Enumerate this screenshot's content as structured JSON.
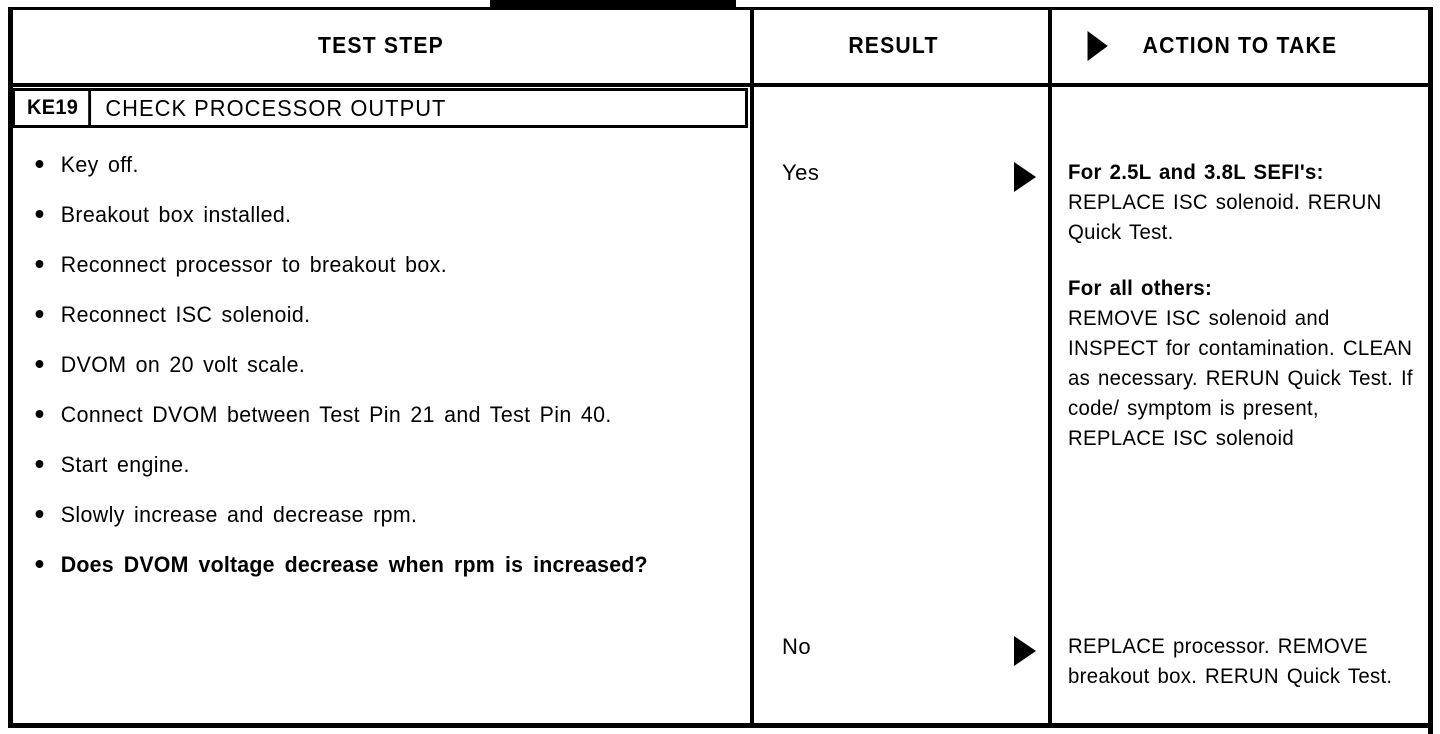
{
  "table": {
    "columns": [
      {
        "id": "test-step",
        "label": "TEST STEP"
      },
      {
        "id": "result",
        "label": "RESULT",
        "arrow_icon": "right-triangle-icon"
      },
      {
        "id": "action",
        "label": "ACTION TO TAKE"
      }
    ],
    "step": {
      "code": "KE19",
      "title": "CHECK PROCESSOR OUTPUT"
    },
    "test_steps": [
      {
        "text": "Key off.",
        "bold": false
      },
      {
        "text": "Breakout box installed.",
        "bold": false
      },
      {
        "text": "Reconnect processor to breakout box.",
        "bold": false
      },
      {
        "text": "Reconnect ISC solenoid.",
        "bold": false
      },
      {
        "text": "DVOM on 20 volt scale.",
        "bold": false
      },
      {
        "text": "Connect DVOM between Test Pin 21 and Test Pin 40.",
        "bold": false
      },
      {
        "text": "Start engine.",
        "bold": false
      },
      {
        "text": "Slowly increase and decrease rpm.",
        "bold": false
      },
      {
        "text": "Does DVOM voltage decrease when rpm is increased?",
        "bold": true
      }
    ],
    "branches": [
      {
        "result": "Yes",
        "arrow_icon": "right-triangle-icon",
        "action_blocks": [
          {
            "lead": "For 2.5L and 3.8L SEFI's:",
            "body": "REPLACE ISC solenoid. RERUN Quick Test."
          },
          {
            "lead": "For all others:",
            "body": "REMOVE ISC solenoid and INSPECT for contamination. CLEAN as necessary. RERUN Quick Test. If code/ symptom is present, REPLACE ISC solenoid"
          }
        ]
      },
      {
        "result": "No",
        "arrow_icon": "right-triangle-icon",
        "action_blocks": [
          {
            "lead": "",
            "body": "REPLACE processor. REMOVE breakout box. RERUN Quick Test."
          }
        ]
      }
    ]
  },
  "colors": {
    "ink": "#000000",
    "paper": "#ffffff"
  }
}
